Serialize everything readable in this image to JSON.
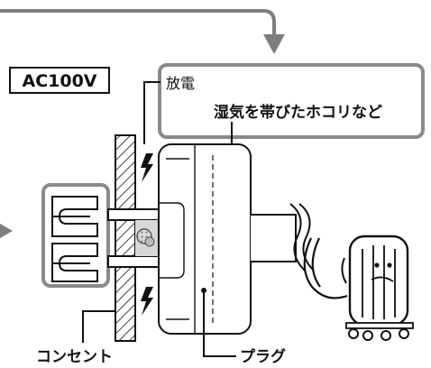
{
  "labels": {
    "voltage": "AC100V",
    "discharge": "放電",
    "dust": "湿気を帯びたホコリなど",
    "outlet": "コンセント",
    "plug": "プラグ"
  },
  "colors": {
    "stroke": "#111111",
    "panel_gray": "#8a8a8a",
    "arrow_gray": "#7d7d7d",
    "fill_light": "#f4f4f4",
    "spark": "#111111"
  },
  "icons": [
    "feedback-arrow-icon",
    "inlet-arrow-icon",
    "spark-icon",
    "dust-icon",
    "oil-heater-icon"
  ]
}
